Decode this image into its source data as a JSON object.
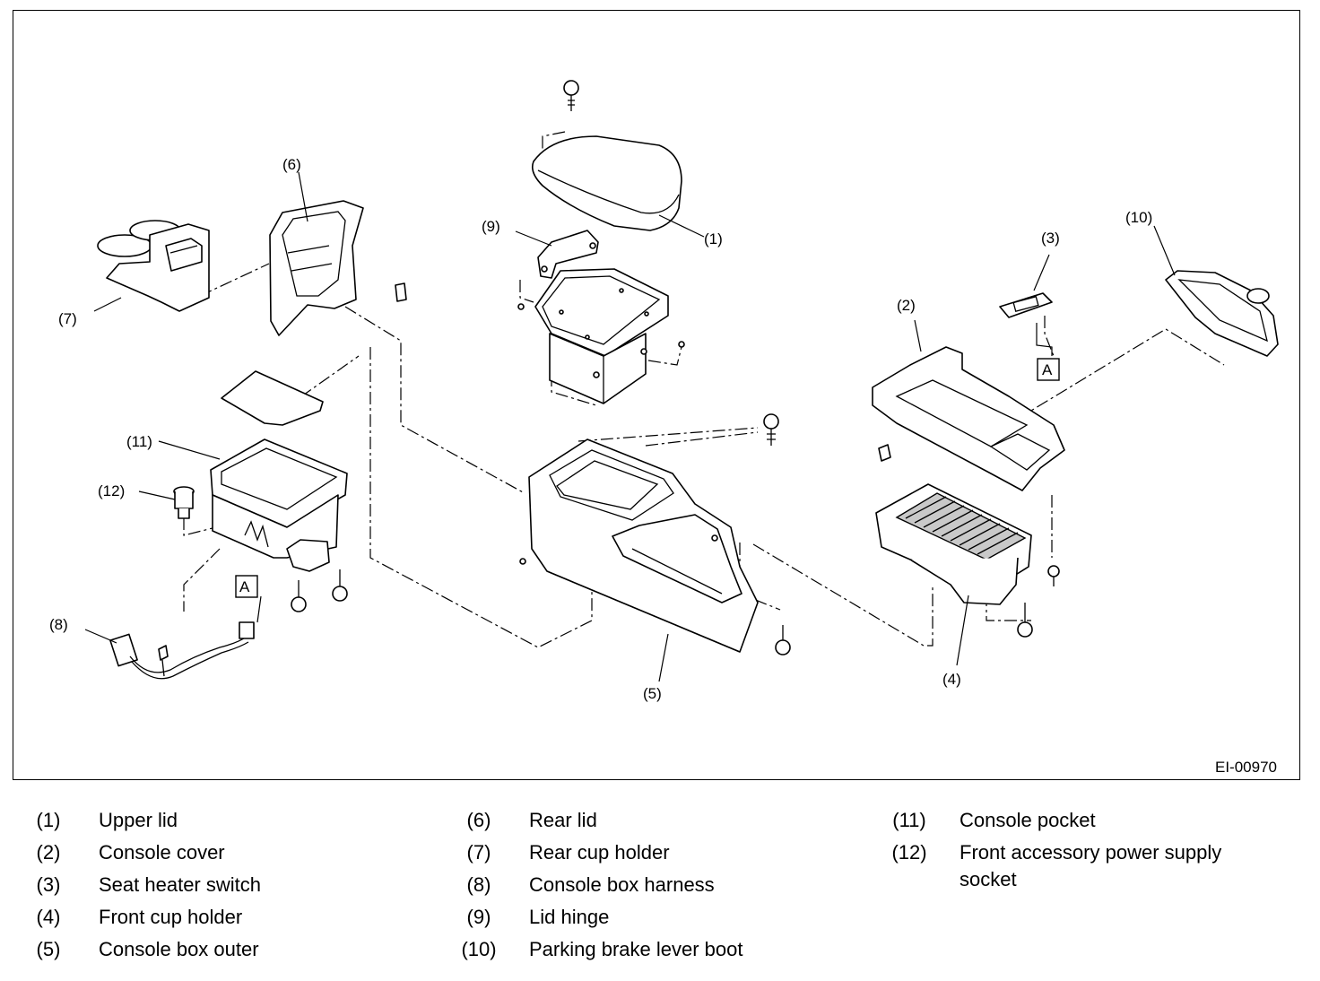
{
  "figure": {
    "id_label": "EI-00970",
    "callouts": {
      "c1": "(1)",
      "c2": "(2)",
      "c3": "(3)",
      "c4": "(4)",
      "c5": "(5)",
      "c6": "(6)",
      "c7": "(7)",
      "c8": "(8)",
      "c9": "(9)",
      "c10": "(10)",
      "c11": "(11)",
      "c12": "(12)"
    },
    "connector_tags": {
      "left": "A",
      "right": "A"
    }
  },
  "legend": {
    "columns": [
      [
        {
          "num": "(1)",
          "name": "Upper lid"
        },
        {
          "num": "(2)",
          "name": "Console cover"
        },
        {
          "num": "(3)",
          "name": "Seat heater switch"
        },
        {
          "num": "(4)",
          "name": "Front cup holder"
        },
        {
          "num": "(5)",
          "name": "Console box outer"
        }
      ],
      [
        {
          "num": "(6)",
          "name": "Rear lid"
        },
        {
          "num": "(7)",
          "name": "Rear cup holder"
        },
        {
          "num": "(8)",
          "name": "Console box harness"
        },
        {
          "num": "(9)",
          "name": "Lid hinge"
        },
        {
          "num": "(10)",
          "name": "Parking brake lever boot"
        }
      ],
      [
        {
          "num": "(11)",
          "name": "Console pocket"
        },
        {
          "num": "(12)",
          "name": "Front accessory power supply socket"
        }
      ]
    ]
  }
}
